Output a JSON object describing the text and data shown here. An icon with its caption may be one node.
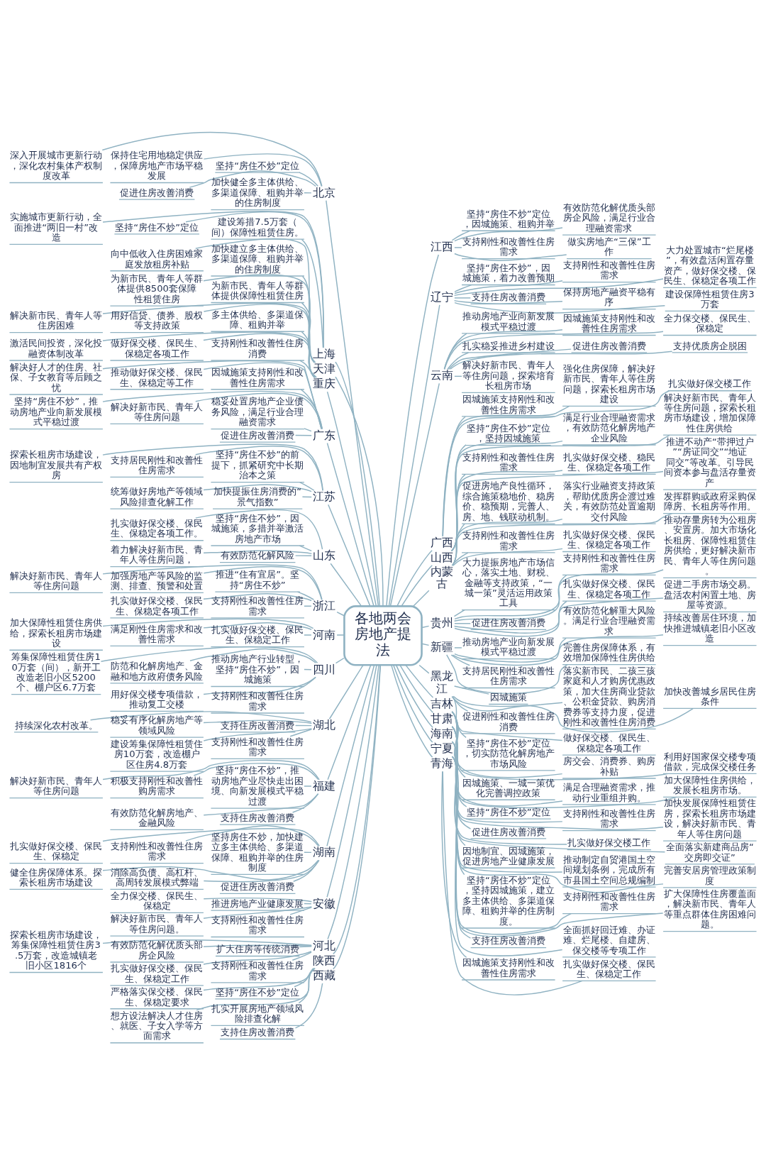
{
  "diagram": {
    "nodes": [
      {
        "text": [
          "各地两会房地产提法"
        ]
      },
      {
        "text": [
          "北京"
        ]
      },
      {
        "text": [
          "深入开展城市更新行动，深化农村集体产权制度改革"
        ]
      },
      {
        "text": [
          "保持住宅用地稳定供应，保障房地产市场平稳发展"
        ]
      },
      {
        "text": [
          "坚持“房住不炒”定位"
        ]
      },
      {
        "text": [
          "促进住房改善消费"
        ]
      },
      {
        "text": [
          "加快健全多主体供给、多渠道保障、租购并举的住房制度"
        ]
      },
      {
        "text": [
          "上海"
        ]
      },
      {
        "text": [
          "实施城市更新行动，全面推进“两旧一村”改造"
        ]
      },
      {
        "text": [
          "坚持“房住不炒”定位"
        ]
      },
      {
        "text": [
          "建设筹措7.5万套（间）保障性租赁住房。"
        ]
      },
      {
        "text": [
          "天津"
        ]
      },
      {
        "text": [
          "向中低收入住房困难家庭发放租房补贴"
        ]
      },
      {
        "text": [
          "加快建立多主体供给、多渠道保障、租购并举的住房制度"
        ]
      },
      {
        "text": [
          "为新市民、青年人等群体提供8500套保障性租赁住房"
        ]
      },
      {
        "text": [
          "为新市民、青年人等群体提供保障性租赁住房"
        ]
      },
      {
        "text": [
          "重庆"
        ]
      },
      {
        "text": [
          "解决新市民、青年人等住房困难"
        ]
      },
      {
        "text": [
          "用好信贷、债券、股权等支持政策"
        ]
      },
      {
        "text": [
          "多主体供给、多渠道保障、租购并举"
        ]
      },
      {
        "text": [
          "激活民间投资，深化投融资体制改革"
        ]
      },
      {
        "text": [
          "做好保交楼、保民生、保稳定各项工作"
        ]
      },
      {
        "text": [
          "支持刚性和改善性住房消费"
        ]
      },
      {
        "text": [
          "广东"
        ]
      },
      {
        "text": [
          "解决好人才的住房、社保、子女教育等后顾之忧"
        ]
      },
      {
        "text": [
          "推动做好保交楼、保民生、保稳定等工作"
        ]
      },
      {
        "text": [
          "因城施策支持刚性和改善性住房需求"
        ]
      },
      {
        "text": [
          "坚持“房住不炒”，推动房地产业向新发展模式平稳过渡"
        ]
      },
      {
        "text": [
          "解决好新市民、青年人等住房问题"
        ]
      },
      {
        "text": [
          "稳妥处置房地产企业债务风险，满足行业合理融资需求"
        ]
      },
      {
        "text": [
          "促进住房改善消费"
        ]
      },
      {
        "text": [
          "江苏"
        ]
      },
      {
        "text": [
          "探索长租房市场建设，因地制宜发展共有产权房"
        ]
      },
      {
        "text": [
          "支持居民刚性和改善性住房需求"
        ]
      },
      {
        "text": [
          "坚持“房住不炒”的前提下，抓紧研究中长期治本之策"
        ]
      },
      {
        "text": [
          "统筹做好房地产等领域风险排查化解工作"
        ]
      },
      {
        "text": [
          "加快提振住房消费的“景气指数”"
        ]
      },
      {
        "text": [
          "山东"
        ]
      },
      {
        "text": [
          "扎实做好保交楼、保民生、保稳定各项工作。"
        ]
      },
      {
        "text": [
          "坚持“房住不炒”，因城施策，多措并举激活房地产市场"
        ]
      },
      {
        "text": [
          "着力解决好新市民、青年人等住房问题，"
        ]
      },
      {
        "text": [
          "有效防范化解风险"
        ]
      },
      {
        "text": [
          "浙江"
        ]
      },
      {
        "text": [
          "解决好新市民、青年人等住房问题"
        ]
      },
      {
        "text": [
          "加强房地产等风险的监测、排查、预警和处置"
        ]
      },
      {
        "text": [
          "推进“住有宜居”。坚持“房住不炒”"
        ]
      },
      {
        "text": [
          "扎实做好保交楼、保民生、保稳定各项工作"
        ]
      },
      {
        "text": [
          "支持刚性和改善性住房需求"
        ]
      },
      {
        "text": [
          "河南"
        ]
      },
      {
        "text": [
          "加大保障性租赁住房供给，探索长租房市场建设"
        ]
      },
      {
        "text": [
          "满足刚性住房需求和改善性需求"
        ]
      },
      {
        "text": [
          "扎实做好保交楼、保民生、保稳定工作"
        ]
      },
      {
        "text": [
          "四川"
        ]
      },
      {
        "text": [
          "筹集保障性租赁住房10万套（间），新开工改造老旧小区5200个、棚户区6.7万套"
        ]
      },
      {
        "text": [
          "防范和化解房地产、金融和地方政府债务风险"
        ]
      },
      {
        "text": [
          "推动房地产行业转型，坚持“房住不炒”，因城施策"
        ]
      },
      {
        "text": [
          "用好保交楼专项借款，推动复工交楼"
        ]
      },
      {
        "text": [
          "支持刚性和改善性住房需求"
        ]
      },
      {
        "text": [
          "湖北"
        ]
      },
      {
        "text": [
          "持续深化农村改革。"
        ]
      },
      {
        "text": [
          "稳妥有序化解房地产等领域风险"
        ]
      },
      {
        "text": [
          "支持住房改善消费"
        ]
      },
      {
        "text": [
          "建设筹集保障性租赁住房10万套，改造棚户区住房4.8万套"
        ]
      },
      {
        "text": [
          "支持刚性和改善性住房需求"
        ]
      },
      {
        "text": [
          "福建"
        ]
      },
      {
        "text": [
          "解决好新市民、青年人等住房问题"
        ]
      },
      {
        "text": [
          "积极支持刚性和改善性购房需求"
        ]
      },
      {
        "text": [
          "坚持“房住不炒”，推动房地产业尽快走出困境、向新发展模式平稳过渡"
        ]
      },
      {
        "text": [
          "有效防范化解房地产、金融风险"
        ]
      },
      {
        "text": [
          "支持住房改善消费"
        ]
      },
      {
        "text": [
          "湖南"
        ]
      },
      {
        "text": [
          "扎实做好保交楼、保民生、保稳定"
        ]
      },
      {
        "text": [
          "支持刚性和改善性住房需求"
        ]
      },
      {
        "text": [
          "坚持房住不炒，加快建立多主体供给、多渠道保障、租购并举的住房制度"
        ]
      },
      {
        "text": [
          "健全住房保障体系。探索长租房市场建设"
        ]
      },
      {
        "text": [
          "消除高负债、高杠杆、高周转发展模式弊端"
        ]
      },
      {
        "text": [
          "促进住房改善消费"
        ]
      },
      {
        "text": [
          "安徽"
        ]
      },
      {
        "text": [
          "全力保交楼、保民生、保稳定"
        ]
      },
      {
        "text": [
          "推进房地产业健康发展"
        ]
      },
      {
        "text": [
          "解决好新市民、青年人等住房问题。"
        ]
      },
      {
        "text": [
          "支持刚性和改善性住房需求"
        ]
      },
      {
        "text": [
          "河北"
        ]
      },
      {
        "text": [
          "探索长租房市场建设，筹集保障性租赁住房3.5万套，改造城镇老旧小区1816个"
        ]
      },
      {
        "text": [
          "有效防范化解优质头部房企风险"
        ]
      },
      {
        "text": [
          "扩大住房等传统消费"
        ]
      },
      {
        "text": [
          "扎实做好保交楼、保民生、保稳定工作"
        ]
      },
      {
        "text": [
          "支持刚性和改善性住房需求"
        ]
      },
      {
        "text": [
          "陕西"
        ]
      },
      {
        "text": [
          "严格落实保交楼、保民生、保稳定要求"
        ]
      },
      {
        "text": [
          "坚持“房住不炒”定位"
        ]
      },
      {
        "text": [
          "想方设法解决人才住房、就医、子女入学等方面需求"
        ]
      },
      {
        "text": [
          "扎实开展房地产领域风险排查化解"
        ]
      },
      {
        "text": [
          "西藏"
        ]
      },
      {
        "text": [
          "支持住房改善消费"
        ]
      },
      {
        "text": [
          "江西"
        ]
      },
      {
        "text": [
          "坚持“房住不炒”定位，因城施策、租购并举"
        ]
      },
      {
        "text": [
          "有效防范化解优质头部房企风险，满足行业合理融资需求"
        ]
      },
      {
        "text": [
          "支持刚性和改善性住房需求"
        ]
      },
      {
        "text": [
          "做实房地产“三保”工作"
        ]
      },
      {
        "text": [
          "辽宁"
        ]
      },
      {
        "text": [
          "坚持“房住不炒”，因城施策，着力改善预期"
        ]
      },
      {
        "text": [
          "支持刚性和改善性住房需求"
        ]
      },
      {
        "text": [
          "大力处置城市“烂尾楼”，有效盘活闲置存量资产，做好保交楼、保民生、保稳定各项工作"
        ]
      },
      {
        "text": [
          "支持住房改善消费"
        ]
      },
      {
        "text": [
          "保持房地产融资平稳有序"
        ]
      },
      {
        "text": [
          "建设保障性租赁住房3万套"
        ]
      },
      {
        "text": [
          "云南"
        ]
      },
      {
        "text": [
          "推动房地产业向新发展模式平稳过渡"
        ]
      },
      {
        "text": [
          "因城施策支持刚性和改善性住房需求"
        ]
      },
      {
        "text": [
          "全力保交楼、保民生、保稳定"
        ]
      },
      {
        "text": [
          "扎实稳妥推进乡村建设"
        ]
      },
      {
        "text": [
          "促进住房改善消费"
        ]
      },
      {
        "text": [
          "支持优质房企脱困"
        ]
      },
      {
        "text": [
          "解决好新市民、青年人等住房问题，探索培育长租房市场"
        ]
      },
      {
        "text": [
          "广西"
        ]
      },
      {
        "text": [
          "因城施策支持刚性和改善性住房需求"
        ]
      },
      {
        "text": [
          "强化住房保障，解决好新市民、青年人等住房问题，探索长租房市场建设"
        ]
      },
      {
        "text": [
          "扎实做好保交楼工作"
        ]
      },
      {
        "text": [
          "山西"
        ]
      },
      {
        "text": [
          "坚持“房住不炒”定位，坚持因城施策"
        ]
      },
      {
        "text": [
          "满足行业合理融资需求，有效防范化解房地产企业风险"
        ]
      },
      {
        "text": [
          "解决好新市民、青年人等住房问题，探索长租房市场建设，增加保障性住房供给"
        ]
      },
      {
        "text": [
          "支持刚性和改善性住房需求"
        ]
      },
      {
        "text": [
          "扎实做好保交楼、稳民生、保稳定各项工作"
        ]
      },
      {
        "text": [
          "推进不动产“带押过户”“房证同交”“地证同交”等改革。引导民间资本参与盘活存量资产"
        ]
      },
      {
        "text": [
          "内蒙古"
        ]
      },
      {
        "text": [
          "促进房地产良性循环，综合施策稳地价、稳房价、稳预期，完善人、房、地、钱联动机制。"
        ]
      },
      {
        "text": [
          "落实行业融资支持政策，帮助优质房企渡过难关，有效防范处置逾期交付风险"
        ]
      },
      {
        "text": [
          "发挥群购或政府采购保障房、长租房等作用。"
        ]
      },
      {
        "text": [
          "支持刚性和改善性住房需求"
        ]
      },
      {
        "text": [
          "扎实做好保交楼、保民生、保稳定各项工作"
        ]
      },
      {
        "text": [
          "贵州"
        ]
      },
      {
        "text": [
          "大力提振房地产市场信心，落实土地、财税、金融等支持政策，“一城一策”灵活运用政策工具"
        ]
      },
      {
        "text": [
          "支持刚性和改善性住房需求"
        ]
      },
      {
        "text": [
          "推动存量房转为公租房、安置房。加大市场化长租房、保障性租赁住房供给，更好解决新市民、青年人等住房问题。"
        ]
      },
      {
        "text": [
          "促进住房改善消费"
        ]
      },
      {
        "text": [
          "扎实做好保交楼、保民生、保稳定各项工作"
        ]
      },
      {
        "text": [
          "促进二手房市场交易。盘活农村闲置土地、房屋等资源。"
        ]
      },
      {
        "text": [
          "新疆"
        ]
      },
      {
        "text": [
          "推动房地产业向新发展模式平稳过渡"
        ]
      },
      {
        "text": [
          "有效防范化解重大风险。满足行业合理融资需求"
        ]
      },
      {
        "text": [
          "持续改善居住环境，加快推进城镇老旧小区改造"
        ]
      },
      {
        "text": [
          "支持居民刚性和改善性住房需求"
        ]
      },
      {
        "text": [
          "完善住房保障体系，有效增加保障性住房供给"
        ]
      },
      {
        "text": [
          "黑龙江"
        ]
      },
      {
        "text": [
          "因城施策"
        ]
      },
      {
        "text": [
          "落实新市民、二孩三孩家庭和人才购房优惠政策，加大住房商业贷款、公积金贷款、购房消费券等支持力度，促进刚性和改善性住房消费"
        ]
      },
      {
        "text": [
          "加快改善城乡居民住房条件"
        ]
      },
      {
        "text": [
          "促进刚性和改善性住房消费"
        ]
      },
      {
        "text": [
          "做好保交楼、保民生、保稳定各项工作"
        ]
      },
      {
        "text": [
          "吉林"
        ]
      },
      {
        "text": [
          "坚持“房住不炒”定位，切实防范化解房地产市场风险"
        ]
      },
      {
        "text": [
          "房交会、消费券、购房补贴"
        ]
      },
      {
        "text": [
          "利用好国家保交楼专项借款，完成保交楼任务"
        ]
      },
      {
        "text": [
          "因城施策、一城一策优化完善调控政策"
        ]
      },
      {
        "text": [
          "满足合理融资需求，推动行业重组并购。"
        ]
      },
      {
        "text": [
          "加大保障性住房供给，发展长租房市场。"
        ]
      },
      {
        "text": [
          "甘肃"
        ]
      },
      {
        "text": [
          "坚持“房住不炒”定位"
        ]
      },
      {
        "text": [
          "支持刚性和改善性住房需求"
        ]
      },
      {
        "text": [
          "加快发展保障性租赁住房，探索长租房市场建设，解决好新市民、青年人等住房问题"
        ]
      },
      {
        "text": [
          "促进住房改善消费"
        ]
      },
      {
        "text": [
          "扎实做好保交楼工作"
        ]
      },
      {
        "text": [
          "全面落实新建商品房“交房即交证”"
        ]
      },
      {
        "text": [
          "海南"
        ]
      },
      {
        "text": [
          "因地制宜、因城施策，促进房地产业健康发展"
        ]
      },
      {
        "text": [
          "推动制定自贸港国土空间规划条例，完成所有市县国土空间总规编制"
        ]
      },
      {
        "text": [
          "完善安居房管理政策制度"
        ]
      },
      {
        "text": [
          "宁夏"
        ]
      },
      {
        "text": [
          "坚持“房住不炒”定位，坚持因城施策，建立多主体供给、多渠道保障、租购并举的住房制度。"
        ]
      },
      {
        "text": [
          "支持刚性和改善性住房需求"
        ]
      },
      {
        "text": [
          "扩大保障性住房覆盖面，解决新市民、青年人等重点群体住房困难问题。"
        ]
      },
      {
        "text": [
          "支持住房改善消费"
        ]
      },
      {
        "text": [
          "全面抓好回迁难、办证难、烂尾楼、自建房、保交楼等专项工作"
        ]
      },
      {
        "text": [
          "青海"
        ]
      },
      {
        "text": [
          "因城施策支持刚性和改善性住房需求"
        ]
      },
      {
        "text": [
          "扎实做好保交楼、保民生、保稳定工作"
        ]
      }
    ],
    "edges": [
      {
        "from": 0,
        "to": 1,
        "arrow": "none"
      },
      {
        "from": 1,
        "to": 2,
        "arrow": "none"
      },
      {
        "from": 1,
        "to": 3,
        "arrow": "none"
      },
      {
        "from": 1,
        "to": 4,
        "arrow": "none"
      },
      {
        "from": 1,
        "to": 5,
        "arrow": "none"
      },
      {
        "from": 1,
        "to": 6,
        "arrow": "none"
      },
      {
        "from": 0,
        "to": 7,
        "arrow": "none"
      },
      {
        "from": 7,
        "to": 8,
        "arrow": "none"
      },
      {
        "from": 7,
        "to": 9,
        "arrow": "none"
      },
      {
        "from": 7,
        "to": 10,
        "arrow": "none"
      },
      {
        "from": 0,
        "to": 11,
        "arrow": "none"
      },
      {
        "from": 11,
        "to": 12,
        "arrow": "none"
      },
      {
        "from": 11,
        "to": 13,
        "arrow": "none"
      },
      {
        "from": 11,
        "to": 14,
        "arrow": "none"
      },
      {
        "from": 11,
        "to": 15,
        "arrow": "none"
      },
      {
        "from": 0,
        "to": 16,
        "arrow": "none"
      },
      {
        "from": 16,
        "to": 17,
        "arrow": "none"
      },
      {
        "from": 16,
        "to": 18,
        "arrow": "none"
      },
      {
        "from": 16,
        "to": 19,
        "arrow": "none"
      },
      {
        "from": 16,
        "to": 20,
        "arrow": "none"
      },
      {
        "from": 16,
        "to": 21,
        "arrow": "none"
      },
      {
        "from": 16,
        "to": 22,
        "arrow": "none"
      },
      {
        "from": 0,
        "to": 23,
        "arrow": "none"
      },
      {
        "from": 23,
        "to": 24,
        "arrow": "none"
      },
      {
        "from": 23,
        "to": 25,
        "arrow": "none"
      },
      {
        "from": 23,
        "to": 26,
        "arrow": "none"
      },
      {
        "from": 23,
        "to": 27,
        "arrow": "none"
      },
      {
        "from": 23,
        "to": 28,
        "arrow": "none"
      },
      {
        "from": 23,
        "to": 29,
        "arrow": "none"
      },
      {
        "from": 23,
        "to": 30,
        "arrow": "none"
      },
      {
        "from": 0,
        "to": 31,
        "arrow": "none"
      },
      {
        "from": 31,
        "to": 32,
        "arrow": "none"
      },
      {
        "from": 31,
        "to": 33,
        "arrow": "none"
      },
      {
        "from": 31,
        "to": 34,
        "arrow": "none"
      },
      {
        "from": 31,
        "to": 35,
        "arrow": "none"
      },
      {
        "from": 31,
        "to": 36,
        "arrow": "none"
      },
      {
        "from": 0,
        "to": 37,
        "arrow": "none"
      },
      {
        "from": 37,
        "to": 38,
        "arrow": "none"
      },
      {
        "from": 37,
        "to": 39,
        "arrow": "none"
      },
      {
        "from": 37,
        "to": 40,
        "arrow": "none"
      },
      {
        "from": 37,
        "to": 41,
        "arrow": "none"
      },
      {
        "from": 0,
        "to": 42,
        "arrow": "none"
      },
      {
        "from": 42,
        "to": 43,
        "arrow": "none"
      },
      {
        "from": 42,
        "to": 44,
        "arrow": "none"
      },
      {
        "from": 42,
        "to": 45,
        "arrow": "none"
      },
      {
        "from": 42,
        "to": 46,
        "arrow": "none"
      },
      {
        "from": 42,
        "to": 47,
        "arrow": "none"
      },
      {
        "from": 0,
        "to": 48,
        "arrow": "none"
      },
      {
        "from": 48,
        "to": 49,
        "arrow": "none"
      },
      {
        "from": 48,
        "to": 50,
        "arrow": "none"
      },
      {
        "from": 48,
        "to": 51,
        "arrow": "none"
      },
      {
        "from": 0,
        "to": 52,
        "arrow": "none"
      },
      {
        "from": 52,
        "to": 53,
        "arrow": "none"
      },
      {
        "from": 52,
        "to": 54,
        "arrow": "none"
      },
      {
        "from": 52,
        "to": 55,
        "arrow": "none"
      },
      {
        "from": 52,
        "to": 56,
        "arrow": "none"
      },
      {
        "from": 52,
        "to": 57,
        "arrow": "none"
      },
      {
        "from": 0,
        "to": 58,
        "arrow": "none"
      },
      {
        "from": 58,
        "to": 59,
        "arrow": "none"
      },
      {
        "from": 58,
        "to": 60,
        "arrow": "none"
      },
      {
        "from": 58,
        "to": 61,
        "arrow": "none"
      },
      {
        "from": 58,
        "to": 62,
        "arrow": "none"
      },
      {
        "from": 58,
        "to": 63,
        "arrow": "none"
      },
      {
        "from": 0,
        "to": 64,
        "arrow": "none"
      },
      {
        "from": 64,
        "to": 65,
        "arrow": "none"
      },
      {
        "from": 64,
        "to": 66,
        "arrow": "none"
      },
      {
        "from": 64,
        "to": 67,
        "arrow": "none"
      },
      {
        "from": 64,
        "to": 68,
        "arrow": "none"
      },
      {
        "from": 64,
        "to": 69,
        "arrow": "none"
      },
      {
        "from": 0,
        "to": 70,
        "arrow": "none"
      },
      {
        "from": 70,
        "to": 71,
        "arrow": "none"
      },
      {
        "from": 70,
        "to": 72,
        "arrow": "none"
      },
      {
        "from": 70,
        "to": 73,
        "arrow": "none"
      },
      {
        "from": 70,
        "to": 74,
        "arrow": "none"
      },
      {
        "from": 70,
        "to": 75,
        "arrow": "none"
      },
      {
        "from": 70,
        "to": 76,
        "arrow": "none"
      },
      {
        "from": 0,
        "to": 77,
        "arrow": "none"
      },
      {
        "from": 77,
        "to": 78,
        "arrow": "none"
      },
      {
        "from": 77,
        "to": 79,
        "arrow": "none"
      },
      {
        "from": 77,
        "to": 80,
        "arrow": "none"
      },
      {
        "from": 77,
        "to": 81,
        "arrow": "none"
      },
      {
        "from": 0,
        "to": 82,
        "arrow": "none"
      },
      {
        "from": 82,
        "to": 83,
        "arrow": "none"
      },
      {
        "from": 82,
        "to": 84,
        "arrow": "none"
      },
      {
        "from": 82,
        "to": 85,
        "arrow": "none"
      },
      {
        "from": 82,
        "to": 86,
        "arrow": "none"
      },
      {
        "from": 82,
        "to": 87,
        "arrow": "none"
      },
      {
        "from": 0,
        "to": 88,
        "arrow": "none"
      },
      {
        "from": 88,
        "to": 89,
        "arrow": "none"
      },
      {
        "from": 88,
        "to": 90,
        "arrow": "none"
      },
      {
        "from": 88,
        "to": 91,
        "arrow": "none"
      },
      {
        "from": 88,
        "to": 92,
        "arrow": "none"
      },
      {
        "from": 0,
        "to": 93,
        "arrow": "none"
      },
      {
        "from": 93,
        "to": 94,
        "arrow": "none"
      },
      {
        "from": 0,
        "to": 95,
        "arrow": "none"
      },
      {
        "from": 95,
        "to": 96,
        "arrow": "none"
      },
      {
        "from": 95,
        "to": 97,
        "arrow": "none"
      },
      {
        "from": 95,
        "to": 98,
        "arrow": "none"
      },
      {
        "from": 95,
        "to": 99,
        "arrow": "none"
      },
      {
        "from": 0,
        "to": 100,
        "arrow": "none"
      },
      {
        "from": 100,
        "to": 101,
        "arrow": "none"
      },
      {
        "from": 100,
        "to": 102,
        "arrow": "none"
      },
      {
        "from": 100,
        "to": 103,
        "arrow": "none"
      },
      {
        "from": 100,
        "to": 104,
        "arrow": "none"
      },
      {
        "from": 100,
        "to": 105,
        "arrow": "none"
      },
      {
        "from": 100,
        "to": 106,
        "arrow": "none"
      },
      {
        "from": 0,
        "to": 107,
        "arrow": "none"
      },
      {
        "from": 107,
        "to": 108,
        "arrow": "none"
      },
      {
        "from": 107,
        "to": 109,
        "arrow": "none"
      },
      {
        "from": 107,
        "to": 110,
        "arrow": "none"
      },
      {
        "from": 107,
        "to": 111,
        "arrow": "none"
      },
      {
        "from": 107,
        "to": 112,
        "arrow": "none"
      },
      {
        "from": 107,
        "to": 113,
        "arrow": "none"
      },
      {
        "from": 107,
        "to": 114,
        "arrow": "none"
      },
      {
        "from": 0,
        "to": 115,
        "arrow": "none"
      },
      {
        "from": 115,
        "to": 116,
        "arrow": "none"
      },
      {
        "from": 115,
        "to": 117,
        "arrow": "none"
      },
      {
        "from": 115,
        "to": 118,
        "arrow": "none"
      },
      {
        "from": 0,
        "to": 119,
        "arrow": "none"
      },
      {
        "from": 119,
        "to": 120,
        "arrow": "none"
      },
      {
        "from": 119,
        "to": 121,
        "arrow": "none"
      },
      {
        "from": 119,
        "to": 122,
        "arrow": "none"
      },
      {
        "from": 119,
        "to": 123,
        "arrow": "none"
      },
      {
        "from": 119,
        "to": 124,
        "arrow": "none"
      },
      {
        "from": 119,
        "to": 125,
        "arrow": "none"
      },
      {
        "from": 0,
        "to": 126,
        "arrow": "none"
      },
      {
        "from": 126,
        "to": 127,
        "arrow": "none"
      },
      {
        "from": 126,
        "to": 128,
        "arrow": "none"
      },
      {
        "from": 126,
        "to": 129,
        "arrow": "none"
      },
      {
        "from": 126,
        "to": 130,
        "arrow": "none"
      },
      {
        "from": 126,
        "to": 131,
        "arrow": "none"
      },
      {
        "from": 0,
        "to": 132,
        "arrow": "none"
      },
      {
        "from": 132,
        "to": 133,
        "arrow": "none"
      },
      {
        "from": 132,
        "to": 134,
        "arrow": "none"
      },
      {
        "from": 132,
        "to": 135,
        "arrow": "none"
      },
      {
        "from": 132,
        "to": 136,
        "arrow": "none"
      },
      {
        "from": 132,
        "to": 137,
        "arrow": "none"
      },
      {
        "from": 132,
        "to": 138,
        "arrow": "none"
      },
      {
        "from": 0,
        "to": 139,
        "arrow": "none"
      },
      {
        "from": 139,
        "to": 140,
        "arrow": "none"
      },
      {
        "from": 139,
        "to": 141,
        "arrow": "none"
      },
      {
        "from": 139,
        "to": 142,
        "arrow": "none"
      },
      {
        "from": 139,
        "to": 143,
        "arrow": "none"
      },
      {
        "from": 139,
        "to": 144,
        "arrow": "none"
      },
      {
        "from": 0,
        "to": 145,
        "arrow": "none"
      },
      {
        "from": 145,
        "to": 146,
        "arrow": "none"
      },
      {
        "from": 145,
        "to": 147,
        "arrow": "none"
      },
      {
        "from": 145,
        "to": 148,
        "arrow": "none"
      },
      {
        "from": 145,
        "to": 149,
        "arrow": "none"
      },
      {
        "from": 145,
        "to": 150,
        "arrow": "none"
      },
      {
        "from": 0,
        "to": 151,
        "arrow": "none"
      },
      {
        "from": 151,
        "to": 152,
        "arrow": "none"
      },
      {
        "from": 151,
        "to": 153,
        "arrow": "none"
      },
      {
        "from": 151,
        "to": 154,
        "arrow": "none"
      },
      {
        "from": 151,
        "to": 155,
        "arrow": "none"
      },
      {
        "from": 151,
        "to": 156,
        "arrow": "none"
      },
      {
        "from": 151,
        "to": 157,
        "arrow": "none"
      },
      {
        "from": 0,
        "to": 158,
        "arrow": "none"
      },
      {
        "from": 158,
        "to": 159,
        "arrow": "none"
      },
      {
        "from": 158,
        "to": 160,
        "arrow": "none"
      },
      {
        "from": 158,
        "to": 161,
        "arrow": "none"
      },
      {
        "from": 158,
        "to": 162,
        "arrow": "none"
      },
      {
        "from": 158,
        "to": 163,
        "arrow": "none"
      },
      {
        "from": 158,
        "to": 164,
        "arrow": "none"
      },
      {
        "from": 0,
        "to": 165,
        "arrow": "none"
      },
      {
        "from": 165,
        "to": 166,
        "arrow": "none"
      },
      {
        "from": 165,
        "to": 167,
        "arrow": "none"
      },
      {
        "from": 165,
        "to": 168,
        "arrow": "none"
      },
      {
        "from": 0,
        "to": 169,
        "arrow": "none"
      },
      {
        "from": 169,
        "to": 170,
        "arrow": "none"
      },
      {
        "from": 169,
        "to": 171,
        "arrow": "none"
      },
      {
        "from": 169,
        "to": 172,
        "arrow": "none"
      },
      {
        "from": 169,
        "to": 173,
        "arrow": "none"
      },
      {
        "from": 169,
        "to": 174,
        "arrow": "none"
      },
      {
        "from": 0,
        "to": 175,
        "arrow": "none"
      },
      {
        "from": 175,
        "to": 176,
        "arrow": "none"
      },
      {
        "from": 175,
        "to": 177,
        "arrow": "none"
      }
    ]
  }
}
